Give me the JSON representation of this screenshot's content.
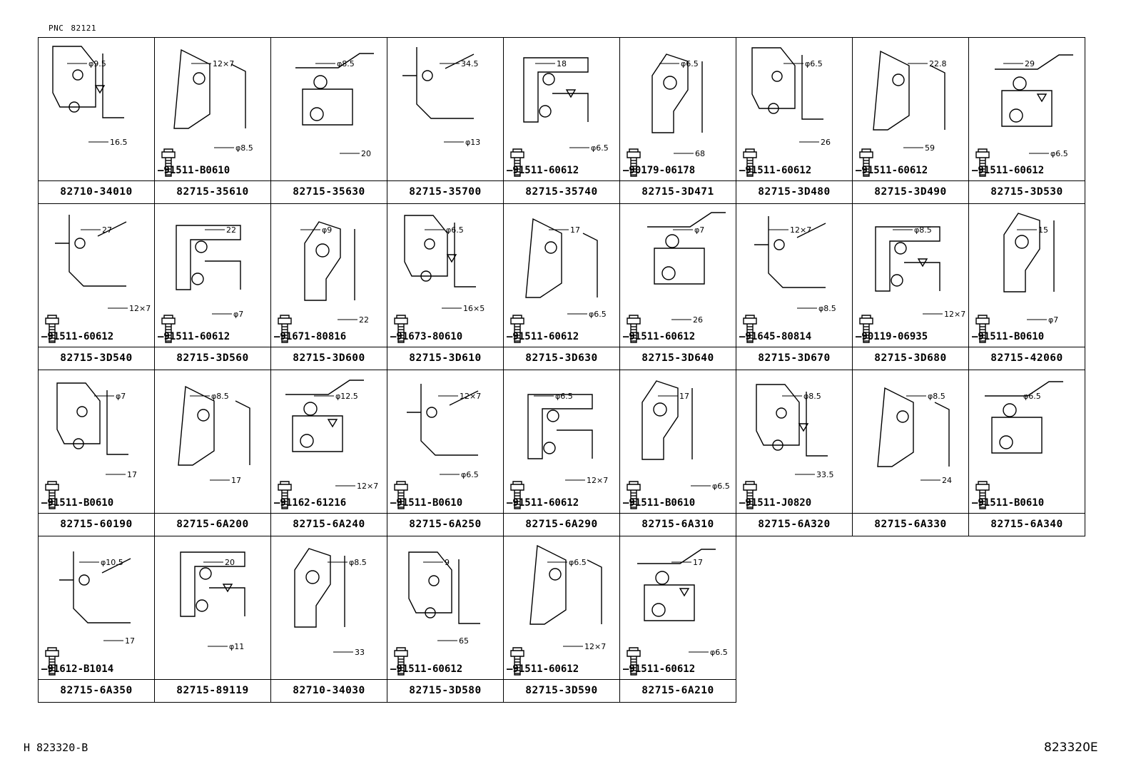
{
  "header": {
    "pnc_label": "PNC",
    "pnc_value": "82121"
  },
  "footer": {
    "left_code": "H 823320-B",
    "right_code": "823320E"
  },
  "cells": [
    {
      "part": "82710-34010",
      "bolt": "",
      "dims": [
        "φ9.5",
        "16.5"
      ]
    },
    {
      "part": "82715-35610",
      "bolt": "91511-B0610",
      "dims": [
        "12×7",
        "φ8.5"
      ]
    },
    {
      "part": "82715-35630",
      "bolt": "",
      "dims": [
        "φ8.5",
        "20"
      ]
    },
    {
      "part": "82715-35700",
      "bolt": "",
      "dims": [
        "34.5",
        "φ13"
      ]
    },
    {
      "part": "82715-35740",
      "bolt": "91511-60612",
      "dims": [
        "18",
        "φ6.5"
      ]
    },
    {
      "part": "82715-3D471",
      "bolt": "90179-06178",
      "dims": [
        "φ6.5",
        "68"
      ]
    },
    {
      "part": "82715-3D480",
      "bolt": "91511-60612",
      "dims": [
        "φ6.5",
        "26"
      ]
    },
    {
      "part": "82715-3D490",
      "bolt": "91511-60612",
      "dims": [
        "22.8",
        "59"
      ]
    },
    {
      "part": "82715-3D530",
      "bolt": "91511-60612",
      "dims": [
        "29",
        "φ6.5"
      ]
    },
    {
      "part": "82715-3D540",
      "bolt": "91511-60612",
      "dims": [
        "27",
        "12×7"
      ]
    },
    {
      "part": "82715-3D560",
      "bolt": "91511-60612",
      "dims": [
        "22",
        "φ7"
      ]
    },
    {
      "part": "82715-3D600",
      "bolt": "91671-80816",
      "dims": [
        "φ9",
        "22"
      ]
    },
    {
      "part": "82715-3D610",
      "bolt": "91673-80610",
      "dims": [
        "φ6.5",
        "16×5"
      ]
    },
    {
      "part": "82715-3D630",
      "bolt": "91511-60612",
      "dims": [
        "17",
        "φ6.5"
      ]
    },
    {
      "part": "82715-3D640",
      "bolt": "91511-60612",
      "dims": [
        "φ7",
        "26"
      ]
    },
    {
      "part": "82715-3D670",
      "bolt": "91645-80814",
      "dims": [
        "12×7",
        "φ8.5"
      ]
    },
    {
      "part": "82715-3D680",
      "bolt": "90119-06935",
      "dims": [
        "φ8.5",
        "12×7"
      ]
    },
    {
      "part": "82715-42060",
      "bolt": "91511-B0610",
      "dims": [
        "15",
        "φ7"
      ]
    },
    {
      "part": "82715-60190",
      "bolt": "91511-B0610",
      "dims": [
        "φ7",
        "17"
      ]
    },
    {
      "part": "82715-6A200",
      "bolt": "",
      "dims": [
        "φ8.5",
        "17"
      ]
    },
    {
      "part": "82715-6A240",
      "bolt": "91162-61216",
      "dims": [
        "φ12.5",
        "12×7"
      ]
    },
    {
      "part": "82715-6A250",
      "bolt": "91511-B0610",
      "dims": [
        "12×7",
        "φ6.5"
      ]
    },
    {
      "part": "82715-6A290",
      "bolt": "91511-60612",
      "dims": [
        "φ6.5",
        "12×7"
      ]
    },
    {
      "part": "82715-6A310",
      "bolt": "91511-B0610",
      "dims": [
        "17",
        "φ6.5"
      ]
    },
    {
      "part": "82715-6A320",
      "bolt": "91511-J0820",
      "dims": [
        "φ8.5",
        "33.5"
      ]
    },
    {
      "part": "82715-6A330",
      "bolt": "",
      "dims": [
        "φ8.5",
        "24"
      ]
    },
    {
      "part": "82715-6A340",
      "bolt": "91511-B0610",
      "dims": [
        "φ6.5",
        ""
      ]
    },
    {
      "part": "82715-6A350",
      "bolt": "91612-B1014",
      "dims": [
        "φ10.5",
        "17"
      ]
    },
    {
      "part": "82715-89119",
      "bolt": "",
      "dims": [
        "20",
        "φ11"
      ]
    },
    {
      "part": "82710-34030",
      "bolt": "",
      "dims": [
        "φ8.5",
        "33"
      ]
    },
    {
      "part": "82715-3D580",
      "bolt": "91511-60612",
      "dims": [
        "9",
        "65"
      ]
    },
    {
      "part": "82715-3D590",
      "bolt": "91511-60612",
      "dims": [
        "φ6.5",
        "12×7"
      ]
    },
    {
      "part": "82715-6A210",
      "bolt": "91511-60612",
      "dims": [
        "17",
        "φ6.5"
      ]
    }
  ]
}
